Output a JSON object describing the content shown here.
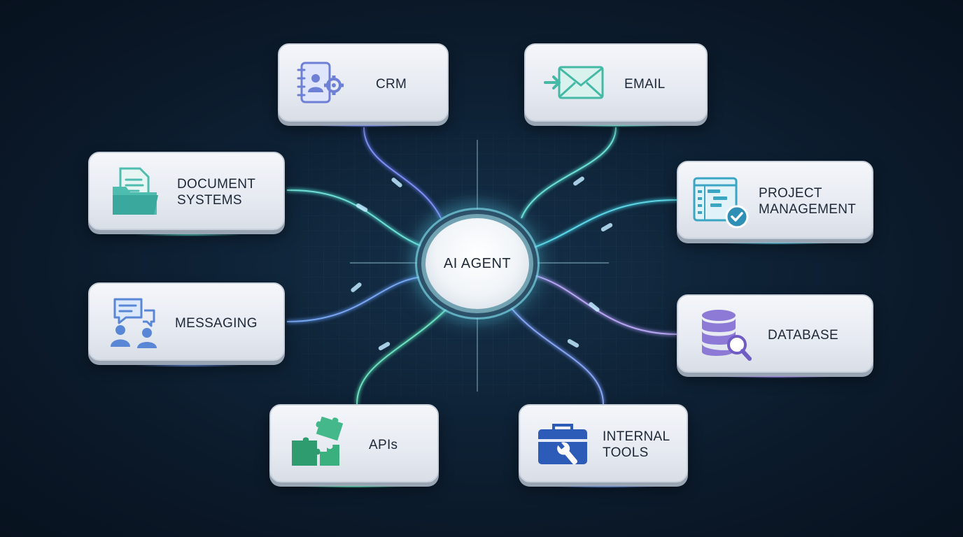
{
  "hub": {
    "label": "AI AGENT"
  },
  "nodes": [
    {
      "id": "crm",
      "label": "CRM",
      "icon": "contact-book-gear-icon",
      "accent": "#6e7fd6"
    },
    {
      "id": "email",
      "label": "EMAIL",
      "icon": "envelope-arrow-icon",
      "accent": "#45b8a6"
    },
    {
      "id": "document-systems",
      "label": "DOCUMENT\nSYSTEMS",
      "icon": "folder-document-icon",
      "accent": "#4fbcb0"
    },
    {
      "id": "project-management",
      "label": "PROJECT\nMANAGEMENT",
      "icon": "gantt-checkmark-icon",
      "accent": "#3aa6c4"
    },
    {
      "id": "messaging",
      "label": "MESSAGING",
      "icon": "chat-users-icon",
      "accent": "#5a86d6"
    },
    {
      "id": "database",
      "label": "DATABASE",
      "icon": "database-search-icon",
      "accent": "#8c7ad6"
    },
    {
      "id": "apis",
      "label": "APIs",
      "icon": "puzzle-pieces-icon",
      "accent": "#2e9c6f"
    },
    {
      "id": "internal-tools",
      "label": "INTERNAL\nTOOLS",
      "icon": "toolbox-wrench-icon",
      "accent": "#2d5bb8"
    }
  ],
  "colors": {
    "background": "#0c1b2c",
    "connector_teal": "#4fd0c8",
    "connector_blue": "#5b8fe6",
    "connector_violet": "#a08ce6",
    "card_text": "#1d2736"
  }
}
